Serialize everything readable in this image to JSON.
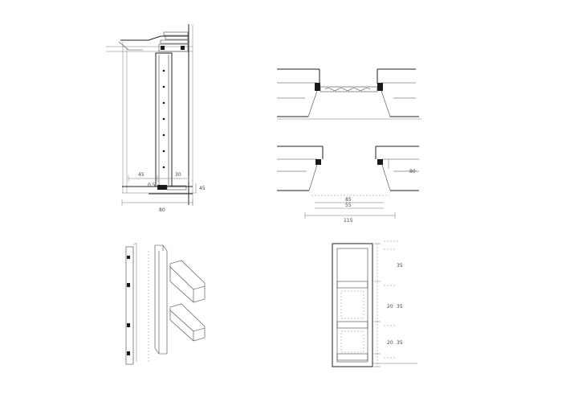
{
  "drawing_sheet": {
    "section_view": {
      "dim_left": "45",
      "dim_right": "30",
      "dim_side": "45",
      "dim_small": "0.5",
      "dim_total": "80"
    },
    "plan_view": {
      "dim_height": "80",
      "dim_inner": "85",
      "dim_mid": "55",
      "dim_overall": "115"
    },
    "elevation_view": {
      "dim_top": "35",
      "dim_mid": "35",
      "dim_mid_b": "20",
      "dim_low": "35",
      "dim_low_b": "20"
    }
  }
}
